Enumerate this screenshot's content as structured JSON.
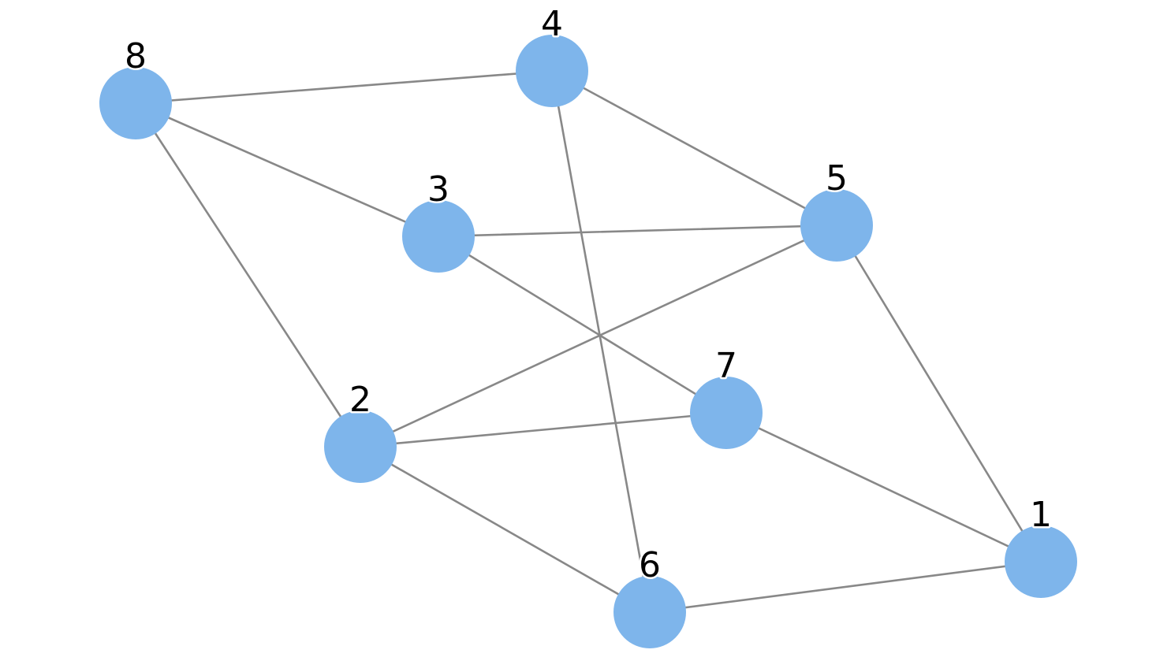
{
  "colors": {
    "node_fill": "#7eb5eb",
    "edge_stroke": "#888888",
    "label_text": "#000000",
    "background": "#ffffff"
  },
  "nodes": [
    {
      "id": "1",
      "label": "1"
    },
    {
      "id": "2",
      "label": "2"
    },
    {
      "id": "3",
      "label": "3"
    },
    {
      "id": "4",
      "label": "4"
    },
    {
      "id": "5",
      "label": "5"
    },
    {
      "id": "6",
      "label": "6"
    },
    {
      "id": "7",
      "label": "7"
    },
    {
      "id": "8",
      "label": "8"
    }
  ],
  "edges": [
    [
      "8",
      "4"
    ],
    [
      "8",
      "3"
    ],
    [
      "8",
      "2"
    ],
    [
      "4",
      "5"
    ],
    [
      "4",
      "6"
    ],
    [
      "3",
      "5"
    ],
    [
      "3",
      "7"
    ],
    [
      "5",
      "2"
    ],
    [
      "5",
      "1"
    ],
    [
      "2",
      "7"
    ],
    [
      "2",
      "6"
    ],
    [
      "7",
      "1"
    ],
    [
      "6",
      "1"
    ]
  ]
}
